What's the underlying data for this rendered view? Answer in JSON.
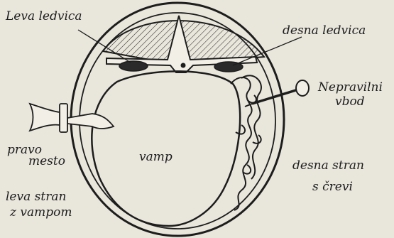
{
  "diagram": {
    "labels": {
      "left_kidney": "Leva ledvica",
      "right_kidney": "desna ledvica",
      "wrong_stab_line1": "Nepravilni",
      "wrong_stab_line2": "vbod",
      "right_place_line1": "pravo",
      "right_place_line2": "mesto",
      "belly": "vamp",
      "right_side_line1": "desna stran",
      "right_side_line2": "s črevi",
      "left_side_line1": "leva stran",
      "left_side_line2": "z vampom"
    },
    "colors": {
      "ink": "#1d1d1d",
      "paper": "#e9e6dc"
    }
  }
}
